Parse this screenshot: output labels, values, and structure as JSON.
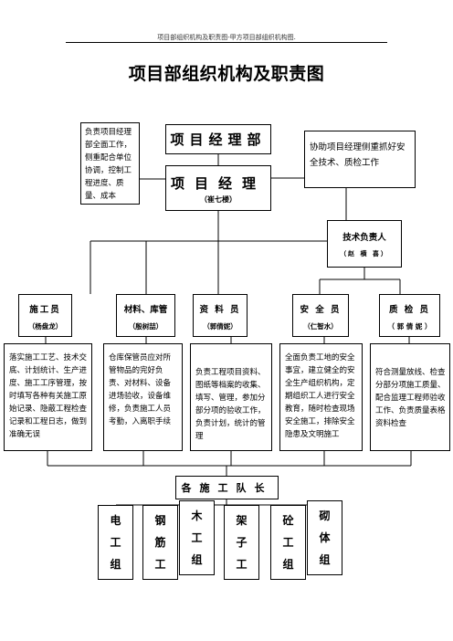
{
  "page_header": "项目部组织机构及职责图-甲方项目部组织机构图.",
  "title": "项目部组织机构及职责图",
  "left_note": "负责项目经理部全面工作，侧重配合单位协调，控制工程进度、质量、成本",
  "right_note": "协助项目经理侧重抓好安全技术、质检工作",
  "hq_label": "项目经理部",
  "pm": {
    "title": "项目经理",
    "name": "（崔七楼）"
  },
  "tech": {
    "title": "技术负责人",
    "name": "（赵 横 喜）"
  },
  "roles": [
    {
      "title": "施工员",
      "name": "（杨盘龙）",
      "duty": "落实施工工艺、技术交底、计划统计、生产进度、施工工序管理，按时填写各种有关施工原始记录、隐蔽工程检查记录和工程日志，做到准确无误"
    },
    {
      "title": "材料、库管",
      "name": "（殷树喆）",
      "duty": "仓库保管员应对所管物品的完好负责、对材料、设备进场验收，设备维修，负责施工人员考勤，入离职手续"
    },
    {
      "title": "资 料 员",
      "name": "（郭倩妮）",
      "duty": "负责工程项目资料、图纸等档案的收集、填写、管理，参加分部分项的验收工作，负责计划，统计的管理"
    },
    {
      "title": "安 全 员",
      "name": "（仁智水）",
      "duty": "全面负责工地的安全事宜，建立健全的安全生产组织机构，定期组织工人进行安全教育，随时检查现场安全施工，排除安全隐患及文明施工"
    },
    {
      "title": "质 检 员",
      "name": "（ 郭 倩 妮 ）",
      "duty": "符合测量放线、检查分部分项施工质量、配合监理工程师验收工作、负责质量表格资料检查"
    }
  ],
  "teams_label": "各施工队长",
  "crews": [
    "电工组",
    "钢筋工",
    "木工组",
    "架子工",
    "砼工组",
    "砌体组"
  ]
}
